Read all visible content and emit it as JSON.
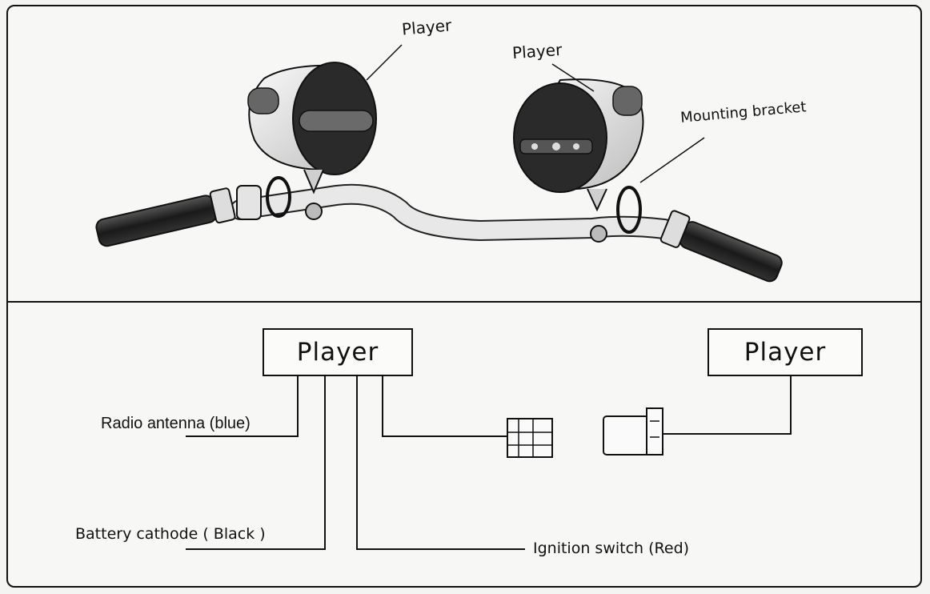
{
  "illustration": {
    "callouts": {
      "player_left": "Player",
      "player_right": "Player",
      "mounting_bracket": "Mounting bracket"
    }
  },
  "wiring": {
    "player_left_box": "Player",
    "player_right_box": "Player",
    "radio_antenna": "Radio antenna (blue)",
    "battery_cathode": "Battery cathode ( Black )",
    "ignition_switch": "Ignition switch (Red)"
  }
}
